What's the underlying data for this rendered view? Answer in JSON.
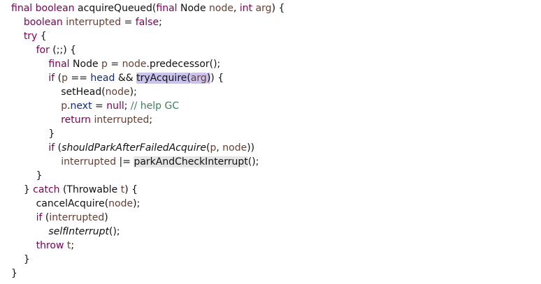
{
  "code": {
    "lines": [
      {
        "indent": "",
        "tokens": [
          {
            "t": "final",
            "c": "kw"
          },
          {
            "t": " ",
            "c": "punc"
          },
          {
            "t": "boolean",
            "c": "kw"
          },
          {
            "t": " acquireQueued(",
            "c": "fn"
          },
          {
            "t": "final",
            "c": "kw"
          },
          {
            "t": " Node ",
            "c": "type"
          },
          {
            "t": "node",
            "c": "var"
          },
          {
            "t": ", ",
            "c": "punc"
          },
          {
            "t": "int",
            "c": "kw"
          },
          {
            "t": " ",
            "c": "punc"
          },
          {
            "t": "arg",
            "c": "var"
          },
          {
            "t": ") {",
            "c": "punc"
          }
        ]
      },
      {
        "indent": "    ",
        "tokens": [
          {
            "t": "boolean",
            "c": "kw"
          },
          {
            "t": " ",
            "c": "punc"
          },
          {
            "t": "interrupted",
            "c": "var"
          },
          {
            "t": " = ",
            "c": "punc"
          },
          {
            "t": "false",
            "c": "kw"
          },
          {
            "t": ";",
            "c": "punc"
          }
        ]
      },
      {
        "indent": "    ",
        "tokens": [
          {
            "t": "try",
            "c": "kw"
          },
          {
            "t": " {",
            "c": "punc"
          }
        ]
      },
      {
        "indent": "        ",
        "tokens": [
          {
            "t": "for",
            "c": "kw"
          },
          {
            "t": " (;;) {",
            "c": "punc"
          }
        ]
      },
      {
        "indent": "            ",
        "tokens": [
          {
            "t": "final",
            "c": "kw"
          },
          {
            "t": " Node ",
            "c": "type"
          },
          {
            "t": "p",
            "c": "var"
          },
          {
            "t": " = ",
            "c": "punc"
          },
          {
            "t": "node",
            "c": "var"
          },
          {
            "t": ".predecessor();",
            "c": "fn"
          }
        ]
      },
      {
        "indent": "            ",
        "tokens": [
          {
            "t": "if",
            "c": "kw"
          },
          {
            "t": " (",
            "c": "punc"
          },
          {
            "t": "p",
            "c": "var"
          },
          {
            "t": " == ",
            "c": "punc"
          },
          {
            "t": "head",
            "c": "field"
          },
          {
            "t": " && ",
            "c": "punc"
          },
          {
            "t": "tryAcquire(",
            "c": "fn",
            "hl": "purple"
          },
          {
            "t": "arg",
            "c": "var",
            "hl": "purple"
          },
          {
            "t": ")",
            "c": "fn",
            "hl": "purple"
          },
          {
            "t": ") {",
            "c": "punc"
          }
        ]
      },
      {
        "indent": "                ",
        "tokens": [
          {
            "t": "setHead(",
            "c": "fn"
          },
          {
            "t": "node",
            "c": "var"
          },
          {
            "t": ");",
            "c": "punc"
          }
        ]
      },
      {
        "indent": "                ",
        "tokens": [
          {
            "t": "p",
            "c": "var"
          },
          {
            "t": ".",
            "c": "punc"
          },
          {
            "t": "next",
            "c": "field"
          },
          {
            "t": " = ",
            "c": "punc"
          },
          {
            "t": "null",
            "c": "kw"
          },
          {
            "t": "; ",
            "c": "punc"
          },
          {
            "t": "// help GC",
            "c": "comment"
          }
        ]
      },
      {
        "indent": "                ",
        "tokens": [
          {
            "t": "return",
            "c": "kw"
          },
          {
            "t": " ",
            "c": "punc"
          },
          {
            "t": "interrupted",
            "c": "var"
          },
          {
            "t": ";",
            "c": "punc"
          }
        ]
      },
      {
        "indent": "            ",
        "tokens": [
          {
            "t": "}",
            "c": "punc"
          }
        ]
      },
      {
        "indent": "            ",
        "tokens": [
          {
            "t": "if",
            "c": "kw"
          },
          {
            "t": " (",
            "c": "punc"
          },
          {
            "t": "shouldParkAfterFailedAcquire",
            "c": "fn",
            "italic": true
          },
          {
            "t": "(",
            "c": "punc"
          },
          {
            "t": "p",
            "c": "var"
          },
          {
            "t": ", ",
            "c": "punc"
          },
          {
            "t": "node",
            "c": "var"
          },
          {
            "t": "))",
            "c": "punc"
          }
        ]
      },
      {
        "indent": "                ",
        "tokens": [
          {
            "t": "interrupted",
            "c": "var"
          },
          {
            "t": " |= ",
            "c": "punc"
          },
          {
            "t": "parkAndCheckInterrupt",
            "c": "fn",
            "hl": "gray"
          },
          {
            "t": "();",
            "c": "punc"
          }
        ]
      },
      {
        "indent": "        ",
        "tokens": [
          {
            "t": "}",
            "c": "punc"
          }
        ]
      },
      {
        "indent": "    ",
        "tokens": [
          {
            "t": "} ",
            "c": "punc"
          },
          {
            "t": "catch",
            "c": "kw"
          },
          {
            "t": " (Throwable ",
            "c": "type"
          },
          {
            "t": "t",
            "c": "var"
          },
          {
            "t": ") {",
            "c": "punc"
          }
        ]
      },
      {
        "indent": "        ",
        "tokens": [
          {
            "t": "cancelAcquire(",
            "c": "fn"
          },
          {
            "t": "node",
            "c": "var"
          },
          {
            "t": ");",
            "c": "punc"
          }
        ]
      },
      {
        "indent": "        ",
        "tokens": [
          {
            "t": "if",
            "c": "kw"
          },
          {
            "t": " (",
            "c": "punc"
          },
          {
            "t": "interrupted",
            "c": "var"
          },
          {
            "t": ")",
            "c": "punc"
          }
        ]
      },
      {
        "indent": "            ",
        "tokens": [
          {
            "t": "selfInterrupt",
            "c": "fn",
            "italic": true
          },
          {
            "t": "();",
            "c": "punc"
          }
        ]
      },
      {
        "indent": "        ",
        "tokens": [
          {
            "t": "throw",
            "c": "kw"
          },
          {
            "t": " ",
            "c": "punc"
          },
          {
            "t": "t",
            "c": "var"
          },
          {
            "t": ";",
            "c": "punc"
          }
        ]
      },
      {
        "indent": "    ",
        "tokens": [
          {
            "t": "}",
            "c": "punc"
          }
        ]
      },
      {
        "indent": "",
        "tokens": [
          {
            "t": "}",
            "c": "punc"
          }
        ]
      }
    ]
  },
  "colors": {
    "keyword": "#7f0055",
    "variable": "#6a3e2f",
    "field": "#0b2a8a",
    "comment": "#3f7f5f",
    "highlight_selection": "#c9c3ee",
    "highlight_occurrence": "#e6e6e6"
  }
}
